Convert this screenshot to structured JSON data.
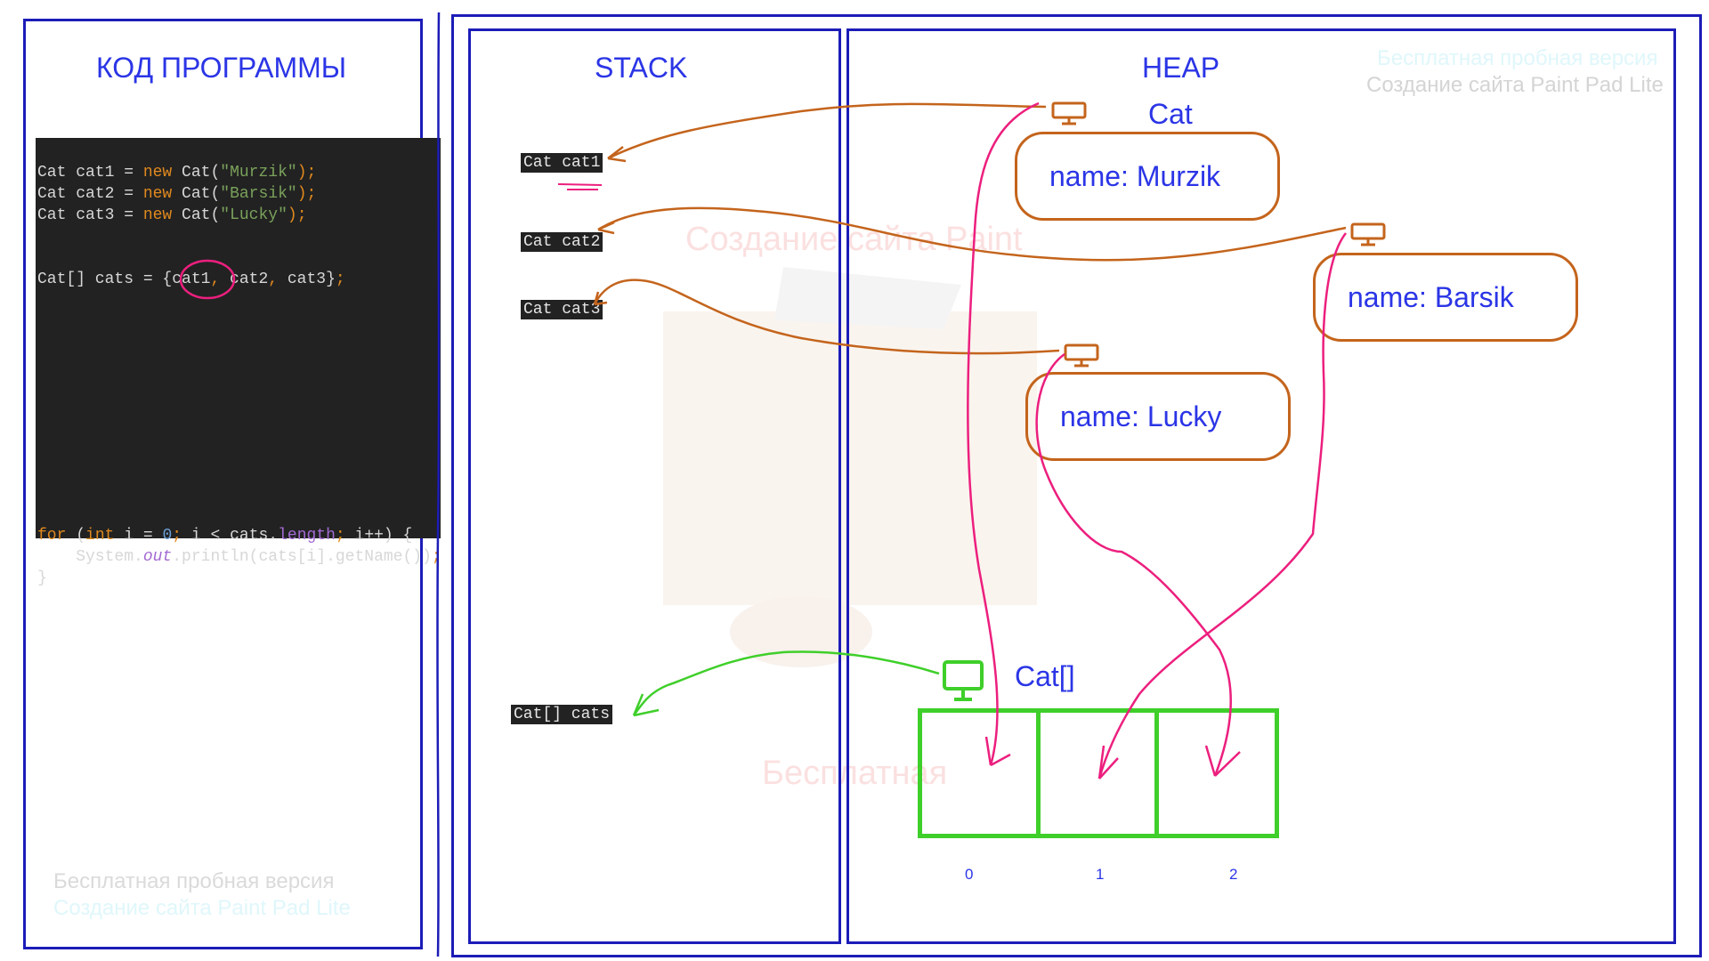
{
  "panels": {
    "code_title": "КОД ПРОГРАММЫ",
    "stack_title": "STACK",
    "heap_title": "HEAP"
  },
  "code_lines": [
    [
      {
        "t": "Cat cat1 = ",
        "c": "plain"
      },
      {
        "t": "new ",
        "c": "kw"
      },
      {
        "t": "Cat(",
        "c": "plain"
      },
      {
        "t": "\"Murzik\"",
        "c": "str"
      },
      {
        "t": ");",
        "c": "kw"
      }
    ],
    [
      {
        "t": "Cat cat2 = ",
        "c": "plain"
      },
      {
        "t": "new ",
        "c": "kw"
      },
      {
        "t": "Cat(",
        "c": "plain"
      },
      {
        "t": "\"Barsik\"",
        "c": "str"
      },
      {
        "t": ");",
        "c": "kw"
      }
    ],
    [
      {
        "t": "Cat cat3 = ",
        "c": "plain"
      },
      {
        "t": "new ",
        "c": "kw"
      },
      {
        "t": "Cat(",
        "c": "plain"
      },
      {
        "t": "\"Lucky\"",
        "c": "str"
      },
      {
        "t": ");",
        "c": "kw"
      }
    ],
    [],
    [],
    [
      {
        "t": "Cat[] cats = {cat1",
        "c": "plain"
      },
      {
        "t": ", ",
        "c": "kw"
      },
      {
        "t": "cat2",
        "c": "plain"
      },
      {
        "t": ", ",
        "c": "kw"
      },
      {
        "t": "cat3}",
        "c": "plain"
      },
      {
        "t": ";",
        "c": "kw"
      }
    ],
    [],
    [],
    [],
    [],
    [],
    [],
    [],
    [],
    [],
    [],
    [],
    [
      {
        "t": "for ",
        "c": "kw"
      },
      {
        "t": "(",
        "c": "plain"
      },
      {
        "t": "int ",
        "c": "kw"
      },
      {
        "t": "i = ",
        "c": "plain"
      },
      {
        "t": "0",
        "c": "num"
      },
      {
        "t": "; ",
        "c": "kw"
      },
      {
        "t": "i < cats.",
        "c": "plain"
      },
      {
        "t": "length",
        "c": "field"
      },
      {
        "t": "; ",
        "c": "kw"
      },
      {
        "t": "i++) {",
        "c": "plain"
      }
    ],
    [
      {
        "t": "    System.",
        "c": "plain"
      },
      {
        "t": "out",
        "c": "it"
      },
      {
        "t": ".println(cats[i].getName())",
        "c": "plain"
      },
      {
        "t": ";",
        "c": "kw"
      }
    ],
    [
      {
        "t": "}",
        "c": "plain"
      }
    ]
  ],
  "stack_vars": {
    "cat1": "Cat cat1",
    "cat2": "Cat cat2",
    "cat3": "Cat cat3",
    "cats": "Cat[] cats"
  },
  "heap": {
    "class_label": "Cat",
    "murzik": "name: Murzik",
    "barsik": "name: Barsik",
    "lucky": "name: Lucky",
    "array_label": "Cat[]",
    "indices": [
      "0",
      "1",
      "2"
    ]
  },
  "watermarks": {
    "trial": "Бесплатная пробная версия",
    "site": "Создание сайта Paint Pad Lite",
    "site_short": "Создание сайта Paint",
    "free": "Бесплатная"
  },
  "colors": {
    "panel_border": "#1c1cb8",
    "title_text": "#2b35e6",
    "object_border": "#c4641c",
    "array_border": "#3fcf2a",
    "pointer_pink": "#ec1f7e",
    "pointer_orange": "#c4641c",
    "pointer_green": "#3fcf2a"
  }
}
